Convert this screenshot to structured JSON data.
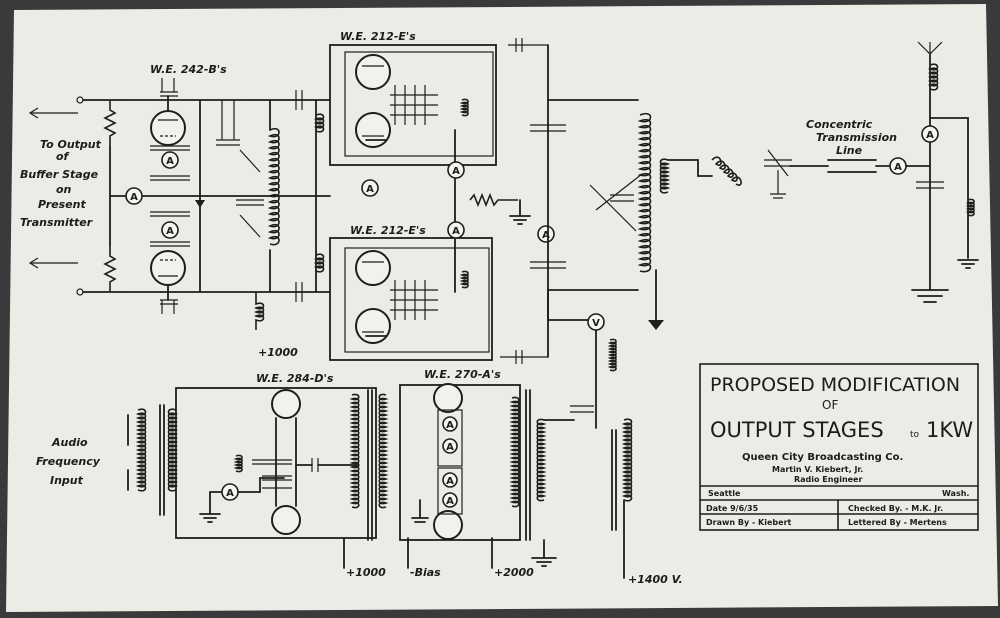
{
  "left_note": {
    "line1": "To Output",
    "line2": "of",
    "line3": "Buffer Stage",
    "line4": "on",
    "line5": "Present",
    "line6": "Transmitter"
  },
  "audio_note": {
    "line1": "Audio",
    "line2": "Frequency",
    "line3": "Input"
  },
  "tube_labels": {
    "buffer": "W.E. 242-B's",
    "pa_top": "W.E. 212-E's",
    "pa_bottom": "W.E. 212-E's",
    "audio_driver": "W.E. 284-D's",
    "modulator": "W.E. 270-A's"
  },
  "line_label": {
    "line1": "Concentric",
    "line2": "Transmission",
    "line3": "Line"
  },
  "supply_labels": {
    "hv1": "+1000",
    "hv2": "+1000",
    "bias": "-Bias",
    "hv3": "+2000",
    "hv4": "+1400 V."
  },
  "meter_symbol": "A",
  "voltmeter_symbol": "V",
  "title_block": {
    "title1a": "PROPOSED MODIFICATION",
    "title1b": "OF",
    "title2a": "OUTPUT STAGES",
    "title2b": "to",
    "title2c": "1KW",
    "company": "Queen City Broadcasting Co.",
    "engineer": "Martin V. Kiebert, Jr.",
    "role": "Radio Engineer",
    "city": "Seattle",
    "state": "Wash.",
    "date": "Date 9/6/35",
    "checked": "Checked By. - M.K. Jr.",
    "drawn": "Drawn By - Kiebert",
    "lettered": "Lettered By - Mertens"
  }
}
